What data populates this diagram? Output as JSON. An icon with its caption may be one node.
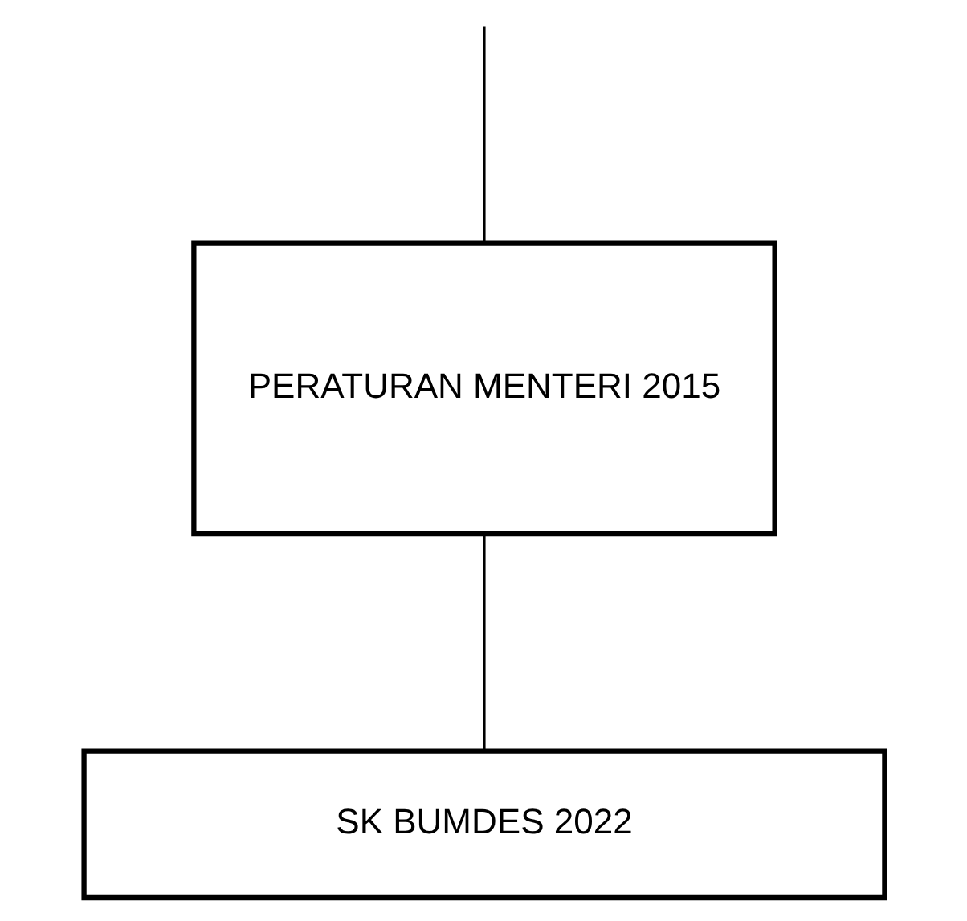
{
  "diagram": {
    "nodes": [
      {
        "text": [
          "PERATURAN MENTERI 2015"
        ]
      },
      {
        "text": [
          "SK BUMDES 2022"
        ]
      }
    ],
    "edges": [
      {
        "from": null,
        "to": 0,
        "arrow": "none"
      },
      {
        "from": 0,
        "to": 1,
        "arrow": "none"
      }
    ]
  }
}
